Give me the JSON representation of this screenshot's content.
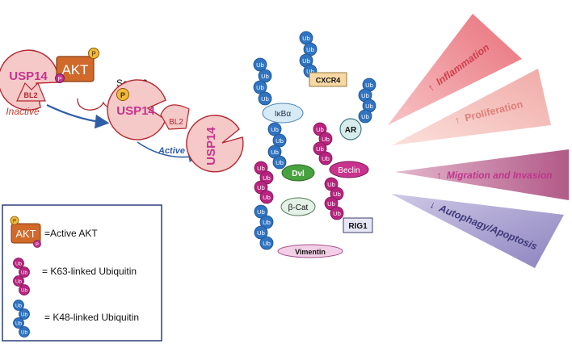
{
  "colors": {
    "usp14_fill": "#f6c9c9",
    "usp14_stroke": "#b3262d",
    "usp14_text": "#c8338d",
    "akt_fill": "#d1692a",
    "phospho_fill": "#f3b93a",
    "k63": "#b8237f",
    "k48": "#2f74c2",
    "arrow_blue": "#2e5ea8",
    "inflammation": "#e9707a",
    "proliferation": "#f0aaa6",
    "migration": "#b25a88",
    "autophagy": "#8d83c0"
  },
  "left": {
    "usp14_label": "USP14",
    "bl2_label": "BL2",
    "inactive_label": "Inactive",
    "akt_label": "AKT",
    "p_label": "P",
    "ser_label": "Ser432",
    "active_label": "Active",
    "usp14_active_label": "USP14",
    "bl2_active_label": "BL2",
    "usp14_rotated_label": "USP14"
  },
  "ub": "Ub",
  "substrates": {
    "ikba": "IκBα",
    "cxcr4": "CXCR4",
    "ar": "AR",
    "dvl": "Dvl",
    "beclin": "Beclin",
    "bcat": "β-Cat",
    "rig1": "RIG1",
    "vimentin": "Vimentin"
  },
  "outcomes": [
    {
      "arrow": "↑",
      "label": "Inflammation"
    },
    {
      "arrow": "↑",
      "label": "Proliferation"
    },
    {
      "arrow": "↑",
      "label": "Migration and Invasion"
    },
    {
      "arrow": "↓",
      "label": "Autophagy/Apoptosis"
    }
  ],
  "legend": {
    "akt_label": "AKT",
    "p_label": "P",
    "active_akt": "=Active AKT",
    "k63": "= K63-linked Ubiquitin",
    "k48": "= K48-linked Ubiquitin"
  }
}
